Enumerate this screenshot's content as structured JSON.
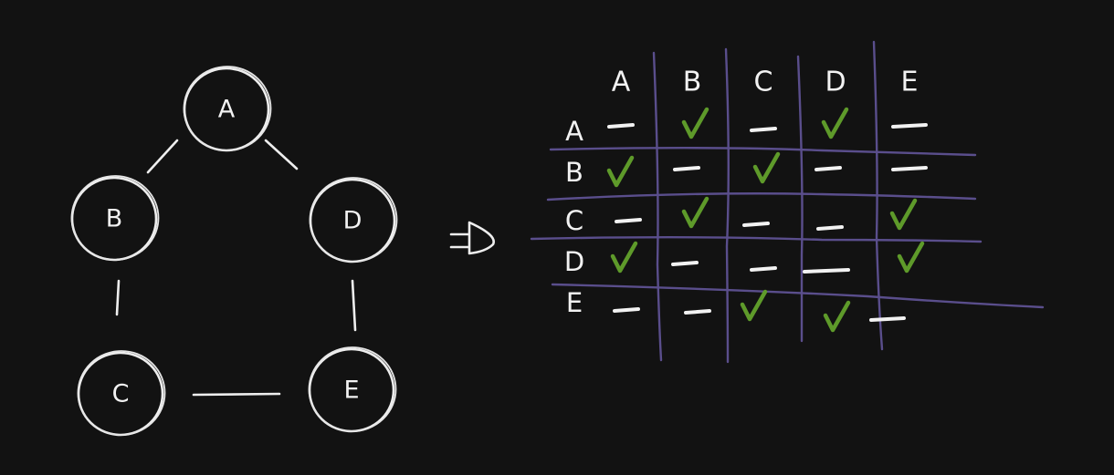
{
  "graph": {
    "nodes": [
      {
        "id": "A",
        "label": "A"
      },
      {
        "id": "B",
        "label": "B"
      },
      {
        "id": "C",
        "label": "C"
      },
      {
        "id": "D",
        "label": "D"
      },
      {
        "id": "E",
        "label": "E"
      }
    ],
    "edges": [
      [
        "A",
        "B"
      ],
      [
        "A",
        "D"
      ],
      [
        "B",
        "C"
      ],
      [
        "C",
        "E"
      ],
      [
        "D",
        "E"
      ]
    ]
  },
  "arrow_symbol": "=D",
  "matrix": {
    "col_headers": [
      "A",
      "B",
      "C",
      "D",
      "E"
    ],
    "row_headers": [
      "A",
      "B",
      "C",
      "D",
      "E"
    ],
    "cells": [
      [
        false,
        true,
        false,
        true,
        false
      ],
      [
        true,
        false,
        true,
        false,
        false
      ],
      [
        false,
        true,
        false,
        false,
        true
      ],
      [
        true,
        false,
        false,
        false,
        true
      ],
      [
        false,
        false,
        true,
        true,
        false
      ]
    ]
  },
  "colors": {
    "background": "#121212",
    "chalk": "#eeeeee",
    "grid": "#5a4e8c",
    "check": "#5e9a2a"
  }
}
